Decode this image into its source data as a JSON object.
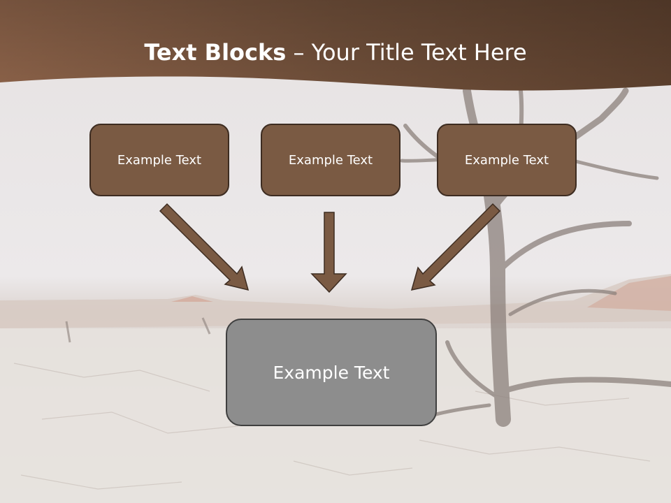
{
  "title": {
    "bold": "Text Blocks",
    "separator": " – ",
    "rest": "Your Title Text Here"
  },
  "boxes": {
    "left": "Example Text",
    "center": "Example Text",
    "right": "Example Text",
    "bottom": "Example Text"
  },
  "colors": {
    "header": "#6b4b36",
    "box_fill": "#7a5a43",
    "box_border": "#3d2c21",
    "bottom_box_fill": "#8d8d8d",
    "arrow": "#7a5a43"
  }
}
